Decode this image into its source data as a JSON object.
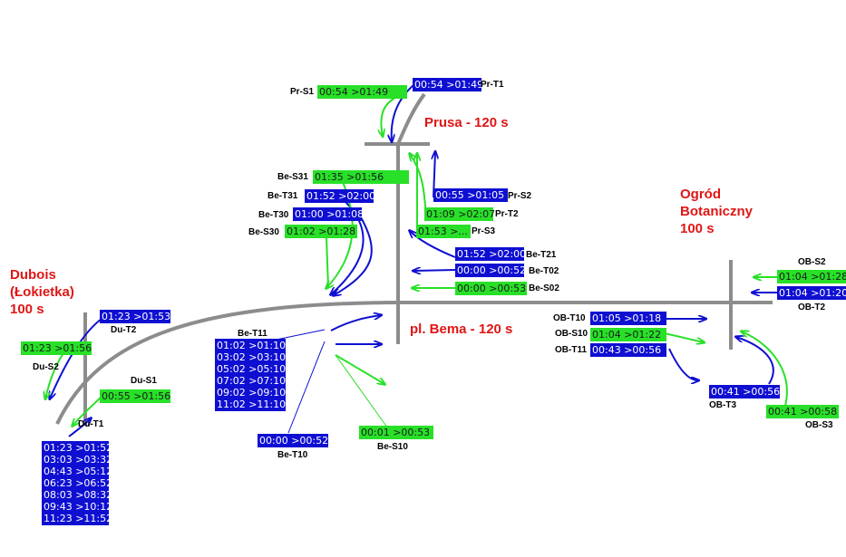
{
  "stops": {
    "prusa": "Prusa - 120 s",
    "bema": "pl. Bema - 120 s",
    "ogrod": [
      "Ogród",
      "Botaniczny",
      "100 s"
    ],
    "dubois": [
      "Dubois",
      "(Łokietka)",
      "100 s"
    ]
  },
  "labels": {
    "pr_s1": "Pr-S1",
    "pr_t1": "Pr-T1",
    "pr_s2": "Pr-S2",
    "pr_t2": "Pr-T2",
    "pr_s3": "Pr-S3",
    "be_s31": "Be-S31",
    "be_t31": "Be-T31",
    "be_t30": "Be-T30",
    "be_s30": "Be-S30",
    "be_t21": "Be-T21",
    "be_t02": "Be-T02",
    "be_s02": "Be-S02",
    "be_t11": "Be-T11",
    "be_t10": "Be-T10",
    "be_s10": "Be-S10",
    "du_t2": "Du-T2",
    "du_s2": "Du-S2",
    "du_s1": "Du-S1",
    "du_t1": "Du-T1",
    "ob_s2": "OB-S2",
    "ob_t2": "OB-T2",
    "ob_t10": "OB-T10",
    "ob_s10": "OB-S10",
    "ob_t11": "OB-T11",
    "ob_t3": "OB-T3",
    "ob_s3": "OB-S3"
  },
  "times": {
    "pr_s1": "00:54 >01:49",
    "pr_t1": "00:54 >01:49",
    "pr_s2": "00:55 >01:05",
    "pr_t2": "01:09 >02:07",
    "pr_s3": "01:53 >...",
    "be_s31": "01:35 >01:56",
    "be_t31": "01:52 >02:00",
    "be_t30": "01:00 >01:08",
    "be_s30": "01:02 >01:28",
    "be_t21": "01:52 >02:00",
    "be_t02": "00:00 >00:52",
    "be_s02": "00:00 >00:53",
    "be_t11": [
      "01:02 >01:10",
      "03:02 >03:10",
      "05:02 >05:10",
      "07:02 >07:10",
      "09:02 >09:10",
      "11:02 >11:10"
    ],
    "be_t10": "00:00 >00:52",
    "be_s10": "00:01 >00:53",
    "du_t2": "01:23 >01:53",
    "du_s2": "01:23 >01:56",
    "du_s1": "00:55 >01:56",
    "du_t1": [
      "01:23 >01:52",
      "03:03 >03:32",
      "04:43 >05:12",
      "06:23 >06:52",
      "08:03 >08:32",
      "09:43 >10:12",
      "11:23 >11:52"
    ],
    "ob_s2": "01:04 >01:28",
    "ob_t2": "01:04 >01:20",
    "ob_t10": "01:05 >01:18",
    "ob_s10": "01:04 >01:22",
    "ob_t11": "00:43 >00:56",
    "ob_t3": "00:41 >00:56",
    "ob_s3": "00:41 >00:58"
  },
  "colors": {
    "tram": "#0f0fd2",
    "stop_green": "#28e028",
    "road": "#8c8c8c",
    "stop_name": "#e01515"
  }
}
